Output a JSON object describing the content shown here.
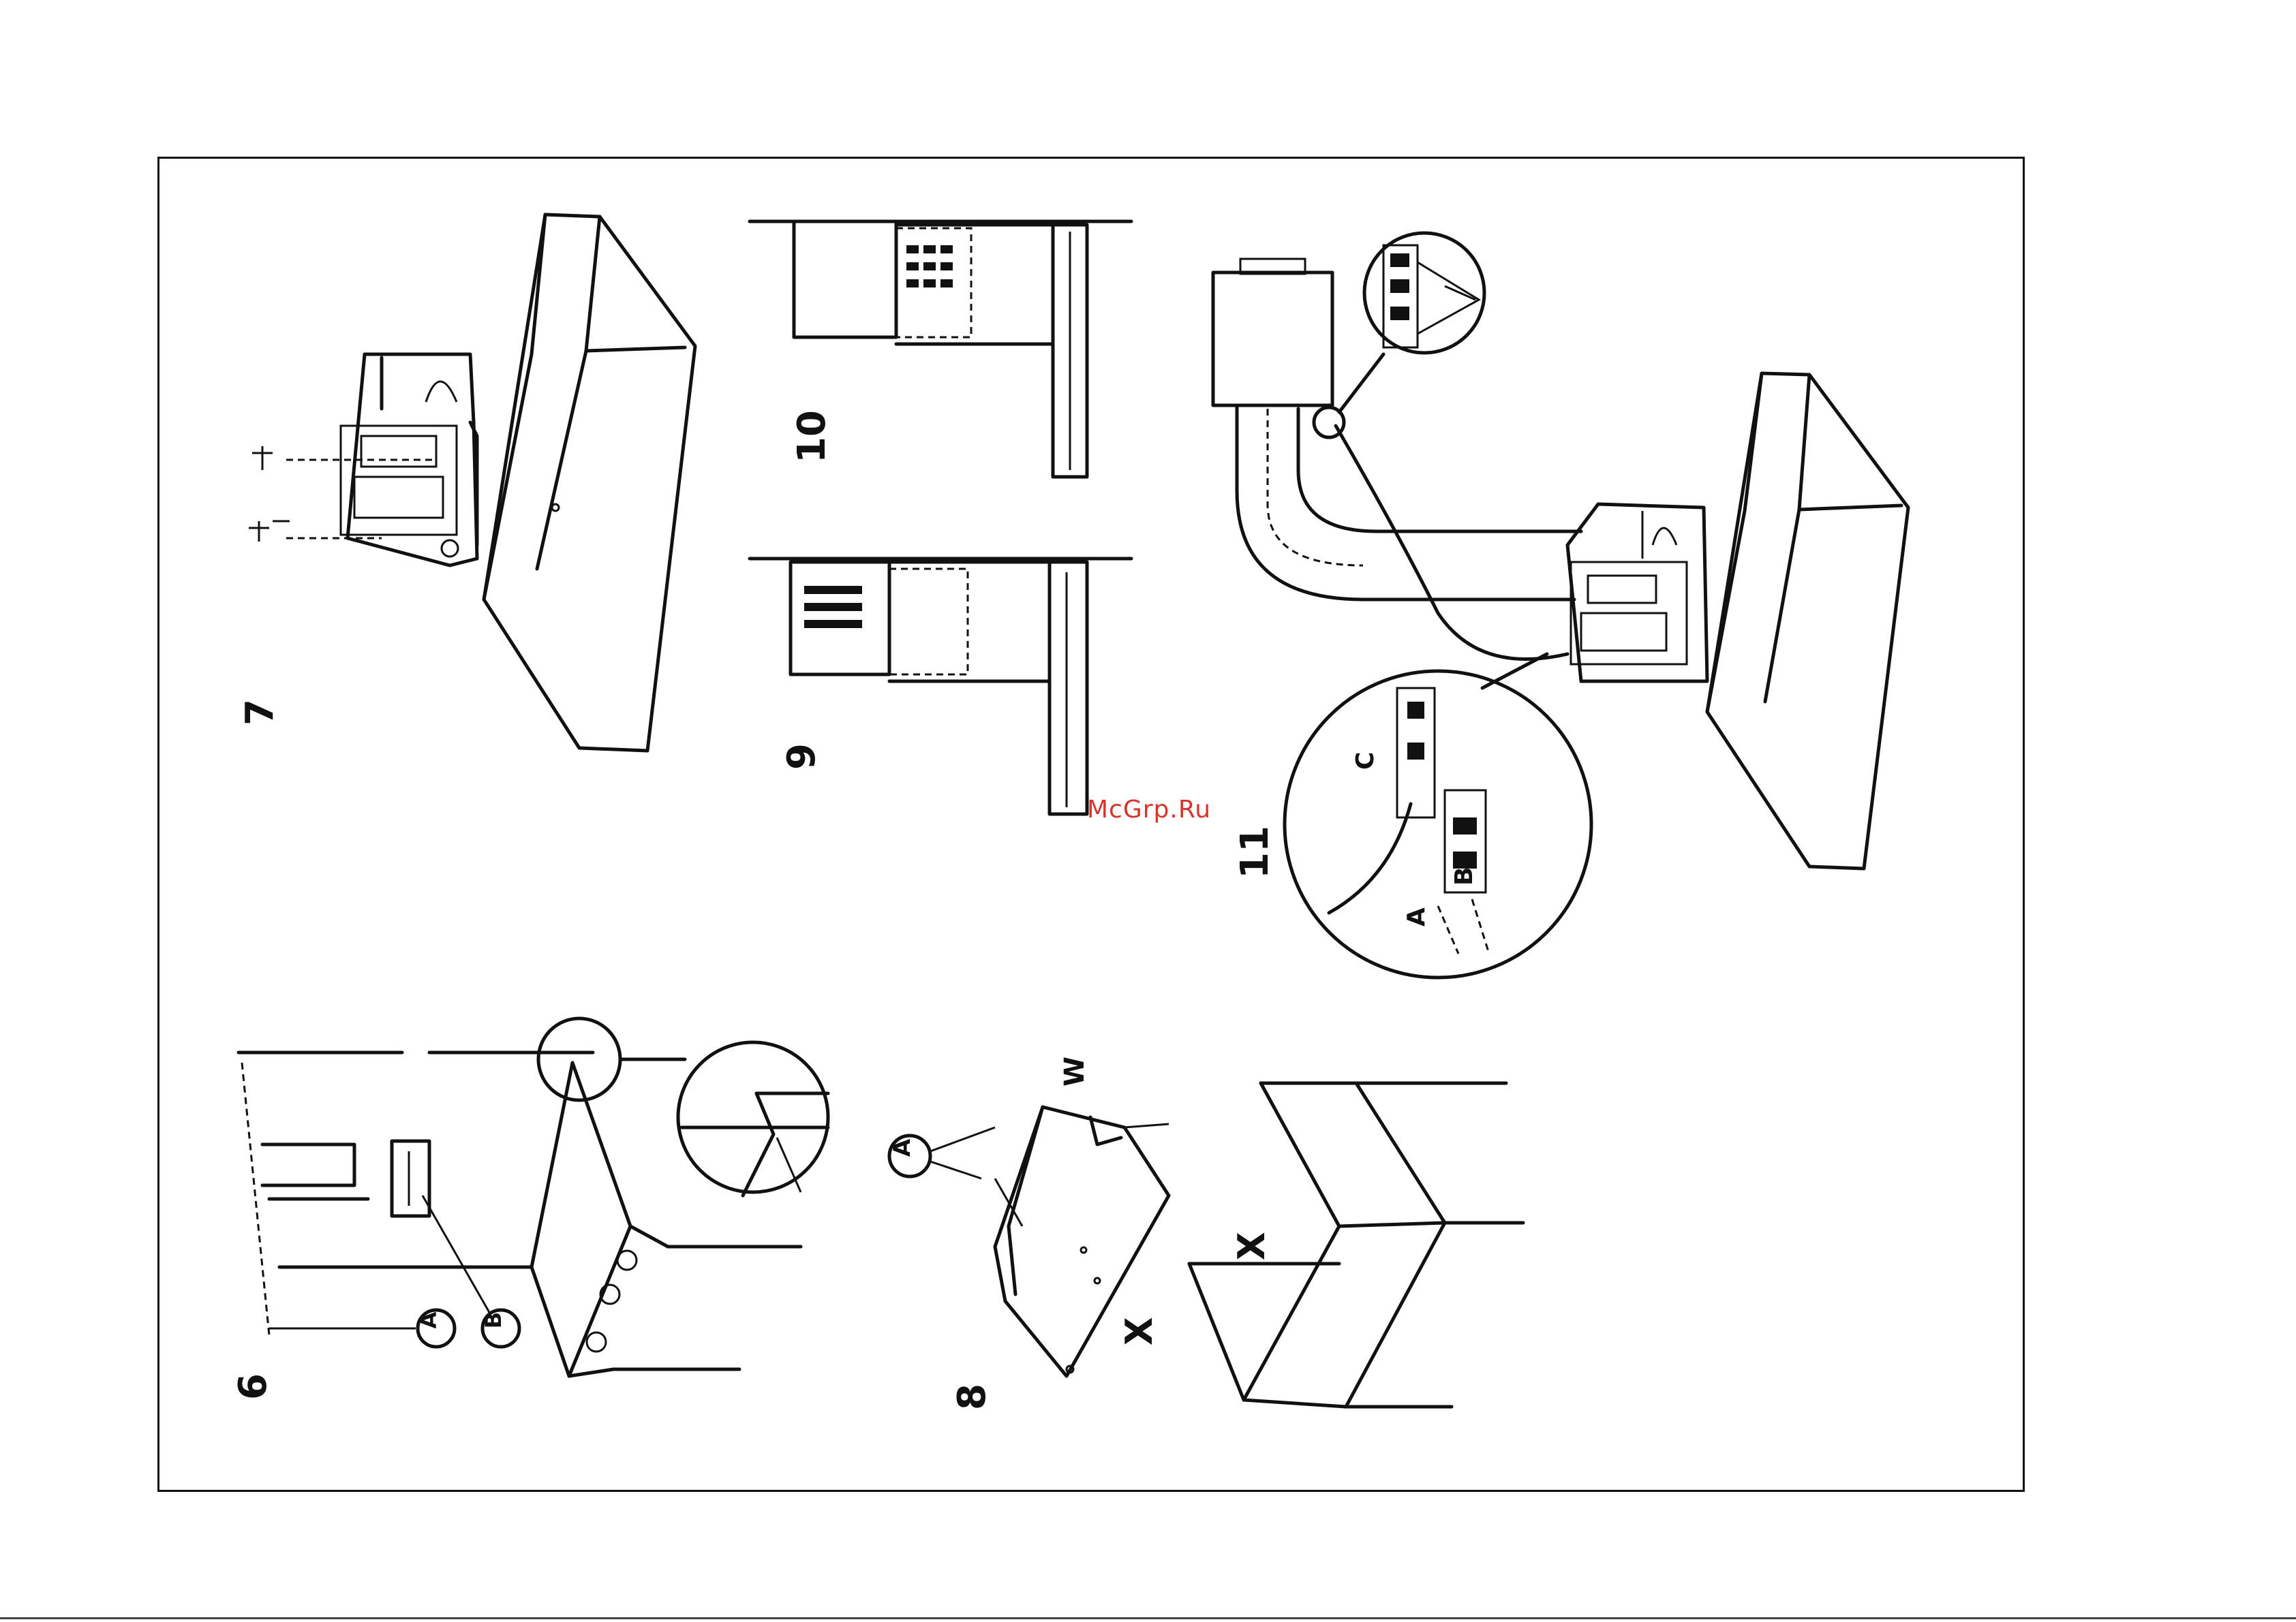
{
  "watermark": "McGrp.Ru",
  "figures": {
    "fig6": {
      "number": "6",
      "callout_a": "A",
      "callout_b": "B"
    },
    "fig7": {
      "number": "7"
    },
    "fig8": {
      "number": "8",
      "callout_a": "A",
      "label_w": "W",
      "label_x": "X",
      "label_x2": "X"
    },
    "fig9": {
      "number": "9"
    },
    "fig10": {
      "number": "10"
    },
    "fig11": {
      "number": "11",
      "label_c": "C",
      "label_a": "A",
      "label_b": "B"
    }
  },
  "colors": {
    "ink": "#111111",
    "watermark": "#d8332c",
    "paper": "#ffffff"
  }
}
